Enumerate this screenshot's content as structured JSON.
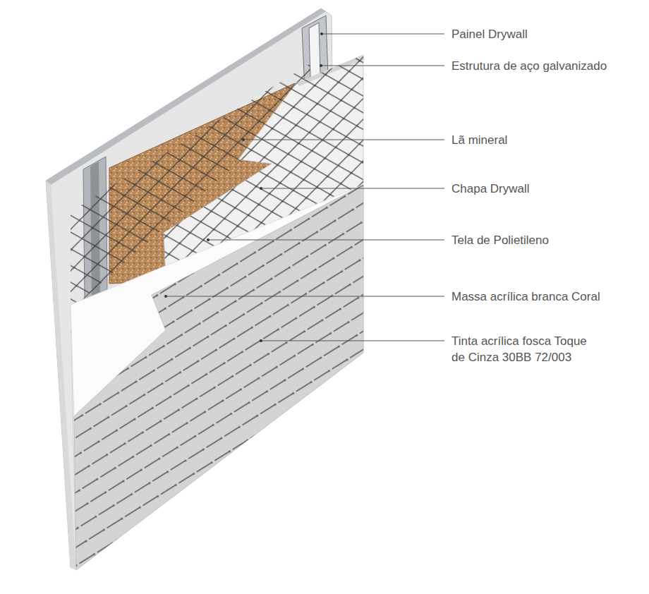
{
  "diagram": {
    "labels": [
      "Painel Drywall",
      "Estrutura de aço galvanizado",
      "Lã mineral",
      "Chapa Drywall",
      "Tela de Polietileno",
      "Massa acrílica branca Coral",
      "Tinta acrílica fosca Toque de Cinza 30BB 72/003"
    ]
  }
}
